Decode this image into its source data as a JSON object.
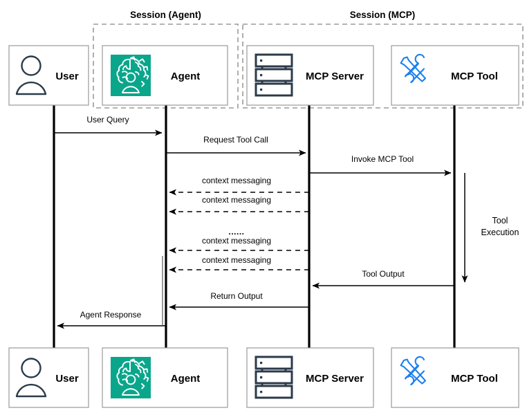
{
  "diagram": {
    "title_sessions": [
      {
        "id": "session-agent",
        "label": "Session (Agent)"
      },
      {
        "id": "session-mcp",
        "label": "Session (MCP)"
      }
    ],
    "participants": [
      {
        "id": "user",
        "label": "User",
        "icon": "user-icon"
      },
      {
        "id": "agent",
        "label": "Agent",
        "icon": "agent-brain-icon"
      },
      {
        "id": "mcp-server",
        "label": "MCP Server",
        "icon": "server-rack-icon"
      },
      {
        "id": "mcp-tool",
        "label": "MCP Tool",
        "icon": "wrench-screwdriver-icon"
      }
    ],
    "messages": [
      {
        "id": "user-query",
        "label": "User  Query",
        "from": "user",
        "to": "agent",
        "style": "solid"
      },
      {
        "id": "request-tool-call",
        "label": "Request Tool Call",
        "from": "agent",
        "to": "mcp-server",
        "style": "solid"
      },
      {
        "id": "invoke-mcp-tool",
        "label": "Invoke MCP Tool",
        "from": "mcp-server",
        "to": "mcp-tool",
        "style": "solid"
      },
      {
        "id": "context-msg-1",
        "label": "context messaging",
        "from": "mcp-server",
        "to": "agent",
        "style": "dashed"
      },
      {
        "id": "context-msg-2",
        "label": "context messaging",
        "from": "mcp-server",
        "to": "agent",
        "style": "dashed"
      },
      {
        "id": "context-msg-3",
        "label": "context messaging",
        "from": "mcp-server",
        "to": "agent",
        "style": "dashed"
      },
      {
        "id": "context-msg-4",
        "label": "context messaging",
        "from": "mcp-server",
        "to": "agent",
        "style": "dashed"
      },
      {
        "id": "tool-output",
        "label": "Tool Output",
        "from": "mcp-tool",
        "to": "mcp-server",
        "style": "solid"
      },
      {
        "id": "return-output",
        "label": "Return Output",
        "from": "mcp-server",
        "to": "agent",
        "style": "solid"
      },
      {
        "id": "agent-response",
        "label": "Agent Response",
        "from": "agent",
        "to": "user",
        "style": "solid"
      }
    ],
    "ellipsis": "......",
    "notes": [
      {
        "id": "tool-execution",
        "line1": "Tool",
        "line2": "Execution"
      }
    ],
    "colors": {
      "agent_icon_background": "#0aa68c",
      "tool_icon": "#1a7ff0",
      "dark_icon": "#2b3a4a",
      "session_border": "#9a9a9a",
      "box_border": "#9a9a9a",
      "lifeline": "#000000"
    }
  }
}
